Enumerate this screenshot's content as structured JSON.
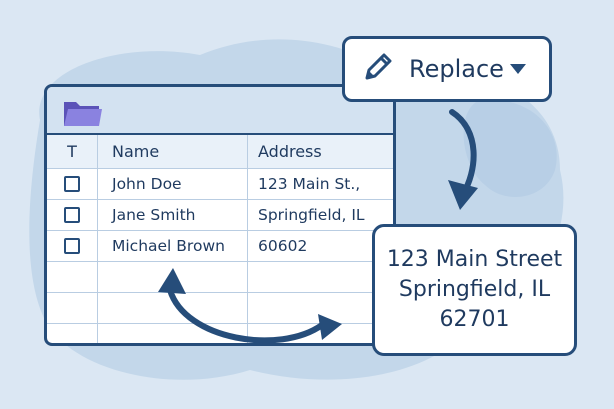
{
  "colors": {
    "background": "#dbe7f3",
    "blob": "#c3d7ea",
    "border": "#264d7a",
    "text": "#1f3a5f",
    "folder": "#7b74d6"
  },
  "toolbar": {
    "icon": "folder-icon"
  },
  "table": {
    "header": {
      "type_icon_label": "T",
      "name": "Name",
      "address": "Address"
    },
    "rows": [
      {
        "name": "John Doe",
        "address": "123 Main St.,"
      },
      {
        "name": "Jane Smith",
        "address": "Springfield, IL"
      },
      {
        "name": "Michael Brown",
        "address": "60602"
      }
    ]
  },
  "replace_button": {
    "icon": "pencil-icon",
    "label": "Replace",
    "dropdown_icon": "caret-down-icon"
  },
  "result": {
    "lines": [
      "123 Main Street",
      "Springfield, IL",
      "62701"
    ]
  }
}
